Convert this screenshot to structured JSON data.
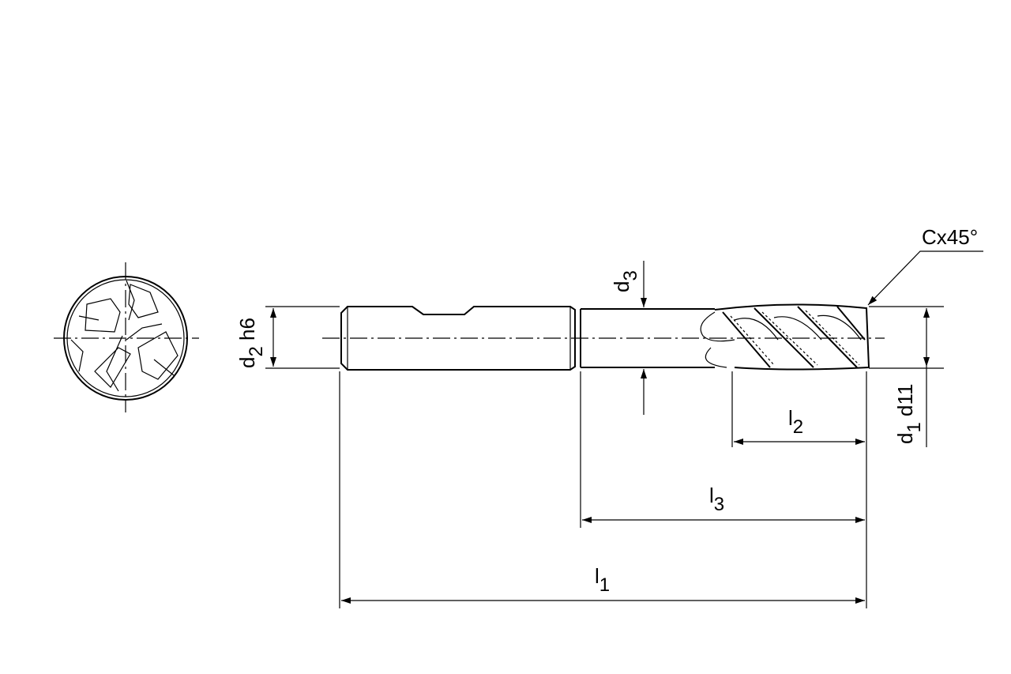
{
  "drawing": {
    "title": "Roughing end mill dimension drawing",
    "labels": {
      "chamfer": "Cx45°",
      "d1": {
        "main": "d",
        "sub": "1",
        "tol": " d11"
      },
      "d2": {
        "main": "d",
        "sub": "2",
        "tol": " h6"
      },
      "d3": {
        "main": "d",
        "sub": "3"
      },
      "l1": {
        "main": "l",
        "sub": "1"
      },
      "l2": {
        "main": "l",
        "sub": "2"
      },
      "l3": {
        "main": "l",
        "sub": "3"
      }
    },
    "colors": {
      "line": "#000000",
      "background": "#ffffff"
    }
  }
}
